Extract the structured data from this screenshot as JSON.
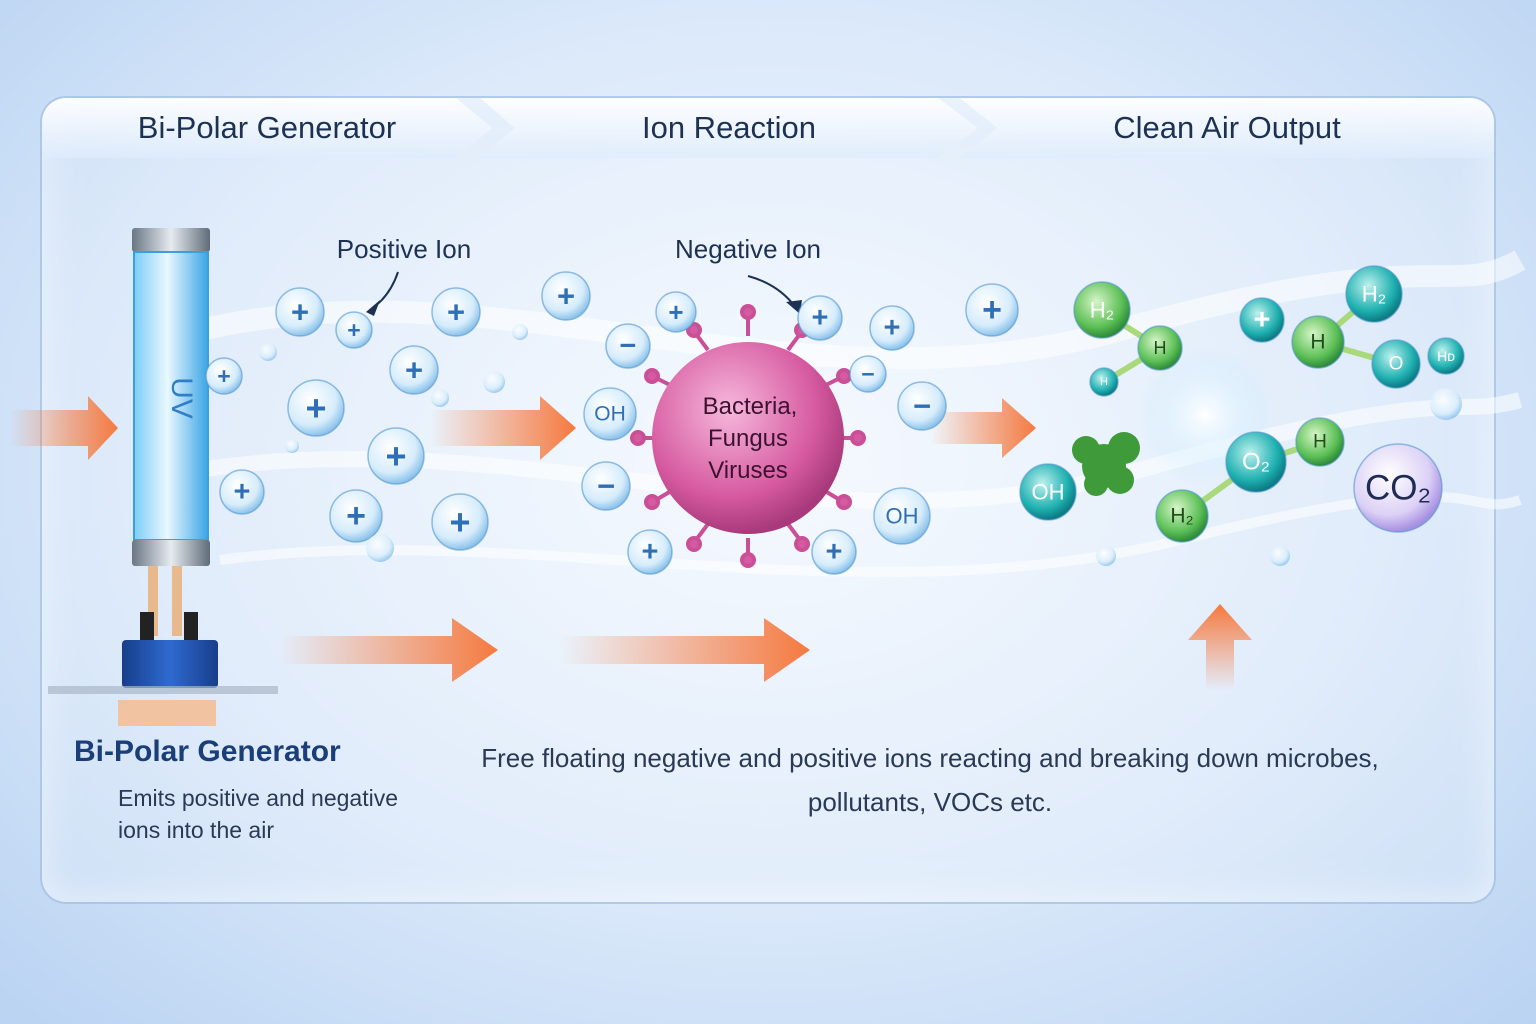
{
  "stages": [
    {
      "label": "Bi-Polar Generator"
    },
    {
      "label": "Ion Reaction"
    },
    {
      "label": "Clean Air Output"
    }
  ],
  "labels": {
    "positive_ion": "Positive Ion",
    "negative_ion": "Negative Ion",
    "uv": "UV",
    "microbe_line1": "Bacteria,",
    "microbe_line2": "Fungus",
    "microbe_line3": "Viruses"
  },
  "symbols": {
    "plus": "+",
    "minus": "−",
    "oh": "OH",
    "h": "H",
    "o": "O",
    "h2": "H₂",
    "o2": "O₂",
    "co2": "CO₂",
    "hd": "Hᴅ"
  },
  "generator": {
    "title": "Bi-Polar Generator",
    "description": "Emits positive and negative ions into the air"
  },
  "reaction": {
    "description": "Free floating negative and positive ions reacting and breaking down microbes, pollutants, VOCs etc."
  },
  "colors": {
    "accent_arrow": "#f5793f",
    "tube": "#4fb8ef",
    "base": "#1f4fa8",
    "ion": "#2f6fb5",
    "microbe": "#d65aa0",
    "molecule_green": "#3fae4f",
    "molecule_teal": "#1a9fa6",
    "co2": "#b9a6e8"
  }
}
